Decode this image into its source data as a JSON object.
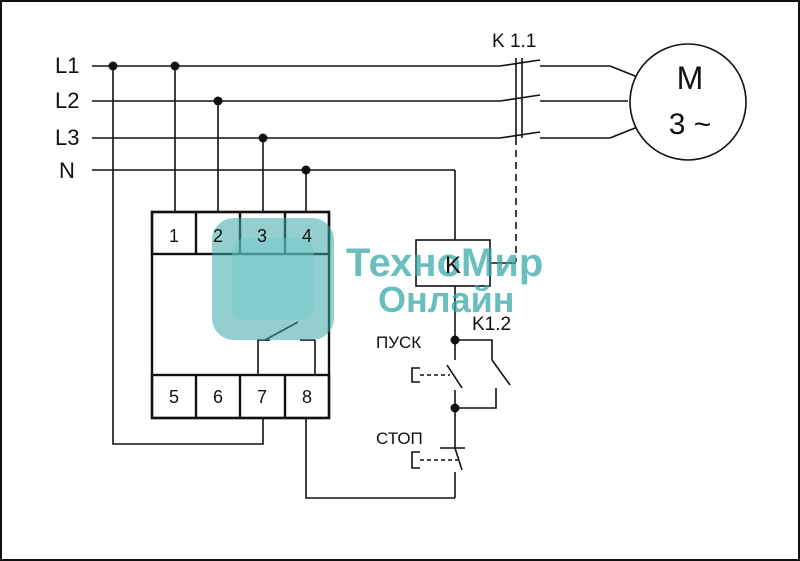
{
  "diagram": {
    "lines": {
      "l1": "L1",
      "l2": "L2",
      "l3": "L3",
      "n": "N"
    },
    "relay_terminals_top": [
      "1",
      "2",
      "3",
      "4"
    ],
    "relay_terminals_bottom": [
      "5",
      "6",
      "7",
      "8"
    ],
    "contactor_main_label": "K 1.1",
    "contactor_aux_label": "K1.2",
    "coil_label": "K",
    "motor_label": "M",
    "motor_phase_label": "3 ~",
    "start_button_label": "ПУСК",
    "stop_button_label": "СТОП",
    "colors": {
      "line": "#111111",
      "watermark": "#3aa8a8"
    }
  },
  "watermark": {
    "line1": "ТехноМир",
    "line2": "Онлайн"
  }
}
